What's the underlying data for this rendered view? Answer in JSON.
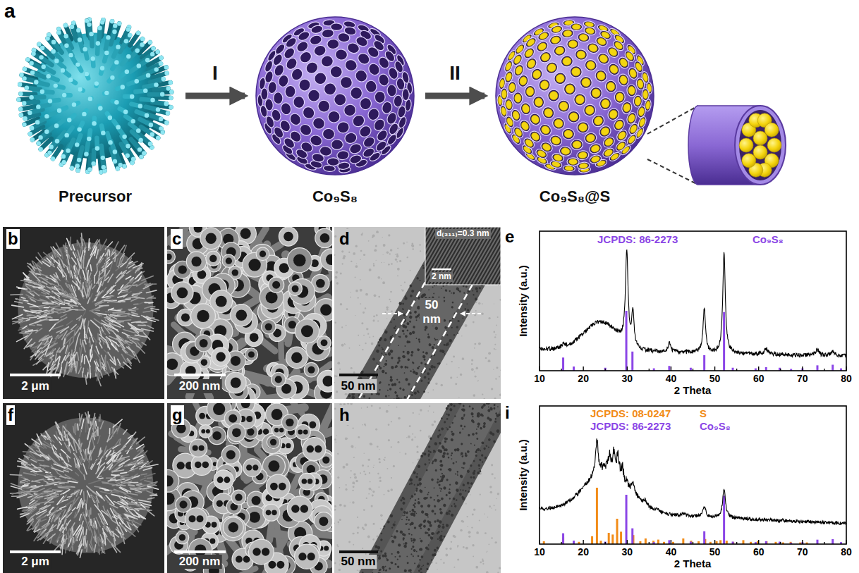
{
  "diagram": {
    "nodes": [
      {
        "text": [
          "Precursor"
        ]
      },
      {
        "text": [
          "Co₉S₈"
        ]
      },
      {
        "text": [
          "Co₉S₈@S"
        ]
      }
    ],
    "edges": [
      {
        "from": 0,
        "to": 1,
        "arrow": "to",
        "label": "I"
      },
      {
        "from": 1,
        "to": 2,
        "arrow": "to",
        "label": "II"
      }
    ],
    "labels": [
      "a",
      "b",
      "2 μm",
      "c",
      "200 nm",
      "d",
      "50 nm",
      "50 nm",
      "d₍₃₁₁₎=0.3 nm",
      "2 nm",
      "e",
      "JCPDS: 86-2273",
      "Co₉S₈",
      "Intensity (a.u.)",
      "10",
      "20",
      "30",
      "40",
      "50",
      "60",
      "70",
      "80",
      "2 Theta",
      "f",
      "2 μm",
      "g",
      "200 nm",
      "h",
      "50 nm",
      "i",
      "JCPDS: 08-0247",
      "S",
      "JCPDS: 86-2273",
      "Co₉S₈",
      "Intensity (a.u.)",
      "10",
      "20",
      "30",
      "40",
      "50",
      "60",
      "70",
      "80",
      "2 Theta"
    ]
  }
}
